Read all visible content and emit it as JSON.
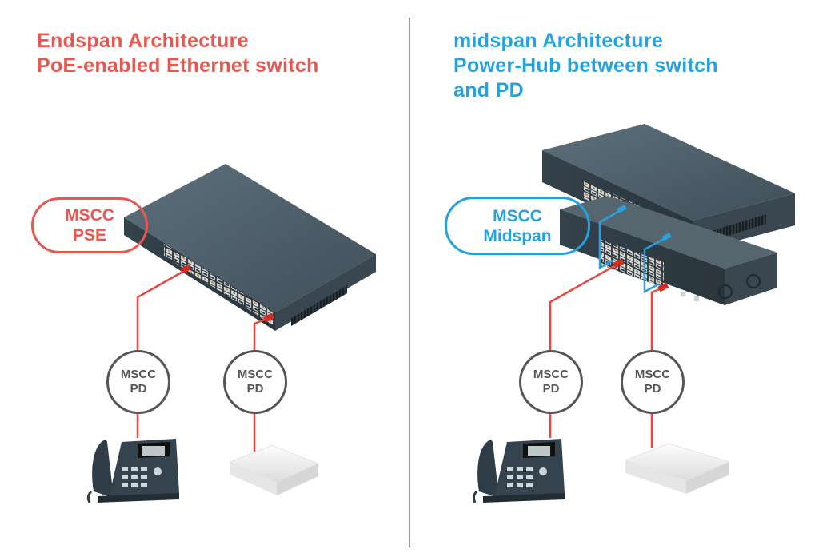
{
  "left_panel": {
    "title_line1": "Endspan Architecture",
    "title_line2": "PoE-enabled Ethernet switch",
    "title_color": "#e8574f",
    "pse_label_line1": "MSCC",
    "pse_label_line2": "PSE",
    "devices": [
      {
        "label_line1": "MSCC",
        "label_line2": "PD",
        "device": "ip-phone"
      },
      {
        "label_line1": "MSCC",
        "label_line2": "PD",
        "device": "wireless-access-point"
      }
    ]
  },
  "right_panel": {
    "title_line1": "midspan Architecture",
    "title_line2": "Power-Hub between switch",
    "title_line3": "and PD",
    "title_color": "#22a3e0",
    "midspan_label_line1": "MSCC",
    "midspan_label_line2": "Midspan",
    "devices": [
      {
        "label_line1": "MSCC",
        "label_line2": "PD",
        "device": "ip-phone"
      },
      {
        "label_line1": "MSCC",
        "label_line2": "PD",
        "device": "wireless-access-point"
      }
    ]
  },
  "colors": {
    "power_cable": "#e8473f",
    "data_cable": "#2aa0dc",
    "switch_body": "#4a5b66",
    "divider": "#9a9a9a"
  }
}
